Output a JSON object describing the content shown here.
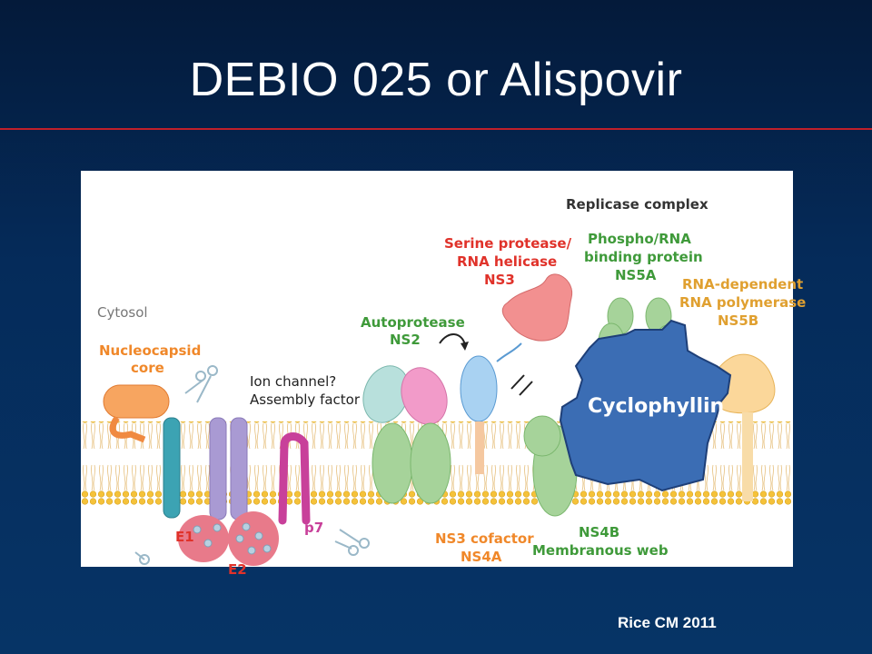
{
  "slide": {
    "title": "DEBIO 025 or Alispovir",
    "citation": "Rice CM 2011"
  },
  "diagram": {
    "region_label": "Cytosol",
    "group_label": "Replicase complex",
    "overlay_label": "Cyclophyllin",
    "labels": {
      "nucleocapsid_1": "Nucleocapsid",
      "nucleocapsid_2": "core",
      "ion_channel_1": "Ion channel?",
      "ion_channel_2": "Assembly factor",
      "autoprotease_1": "Autoprotease",
      "autoprotease_2": "NS2",
      "serine_1": "Serine protease/",
      "serine_2": "RNA helicase",
      "serine_3": "NS3",
      "phospho_1": "Phospho/RNA",
      "phospho_2": "binding protein",
      "phospho_3": "NS5A",
      "rdrp_1": "RNA-dependent",
      "rdrp_2": "RNA polymerase",
      "rdrp_3": "NS5B",
      "e1": "E1",
      "e2": "E2",
      "p7": "p7",
      "ns4a_1": "NS3 cofactor",
      "ns4a_2": "NS4A",
      "ns4b_1": "NS4B",
      "ns4b_2": "Membranous web"
    },
    "colors": {
      "orange_label": "#f0882a",
      "red_label": "#e0322a",
      "green_label": "#3f9a3a",
      "gray_label": "#777777",
      "cyclophyllin": "#3b6db4"
    }
  }
}
